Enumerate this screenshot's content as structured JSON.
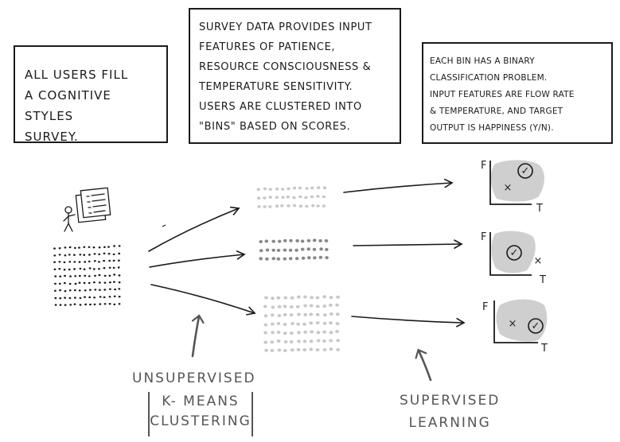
{
  "boxes": {
    "step1": [
      "All users fill",
      "a cognitive styles",
      "survey."
    ],
    "step2": [
      "Survey data provides input",
      "features of patience,",
      "resource consciousness &",
      "temperature sensitivity.",
      "Users are clustered into",
      "\"bins\" based on scores."
    ],
    "step3": [
      "Each bin has a binary",
      "classification problem.",
      "Input features are flow rate",
      "& temperature, and target",
      "output is happiness (Y/N)."
    ]
  },
  "labels": {
    "unsupervised": "Unsupervised",
    "kmeans_line1": "k- means",
    "kmeans_line2": "clustering",
    "supervised_line1": "Supervised",
    "supervised_line2": "learning"
  },
  "axes": {
    "y": "F",
    "x": "T"
  },
  "marks": {
    "happy": "✓",
    "unhappy": "×"
  },
  "colors": {
    "ink": "#1a1a1a",
    "grey_dot": "#888888",
    "light_dot": "#c8c8c8",
    "shade": "#cfcfcf"
  }
}
